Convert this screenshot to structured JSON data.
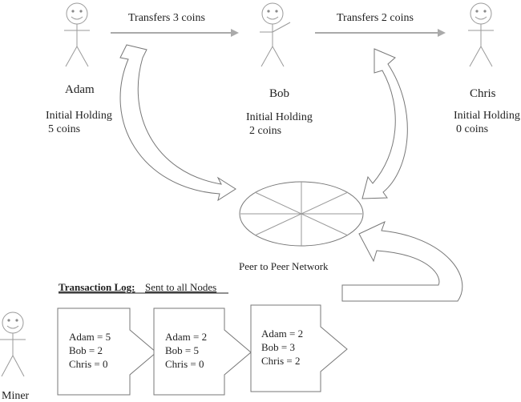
{
  "people": [
    {
      "name": "Adam",
      "holding_label": "Initial Holding",
      "holding_value": "5 coins"
    },
    {
      "name": "Bob",
      "holding_label": "Initial Holding",
      "holding_value": "2 coins"
    },
    {
      "name": "Chris",
      "holding_label": "Initial Holding",
      "holding_value": "0 coins"
    }
  ],
  "transfers": [
    "Transfers 3 coins",
    "Transfers 2 coins"
  ],
  "network": {
    "label": "Peer to Peer Network"
  },
  "log": {
    "title": "Transaction Log:",
    "subtitle": "Sent to all Nodes"
  },
  "blocks": [
    [
      "Adam = 5",
      "Bob = 2",
      "Chris = 0"
    ],
    [
      "Adam = 2",
      "Bob = 5",
      "Chris = 0"
    ],
    [
      "Adam = 2",
      "Bob = 3",
      "Chris = 2"
    ]
  ],
  "miner": {
    "name": "Miner"
  }
}
